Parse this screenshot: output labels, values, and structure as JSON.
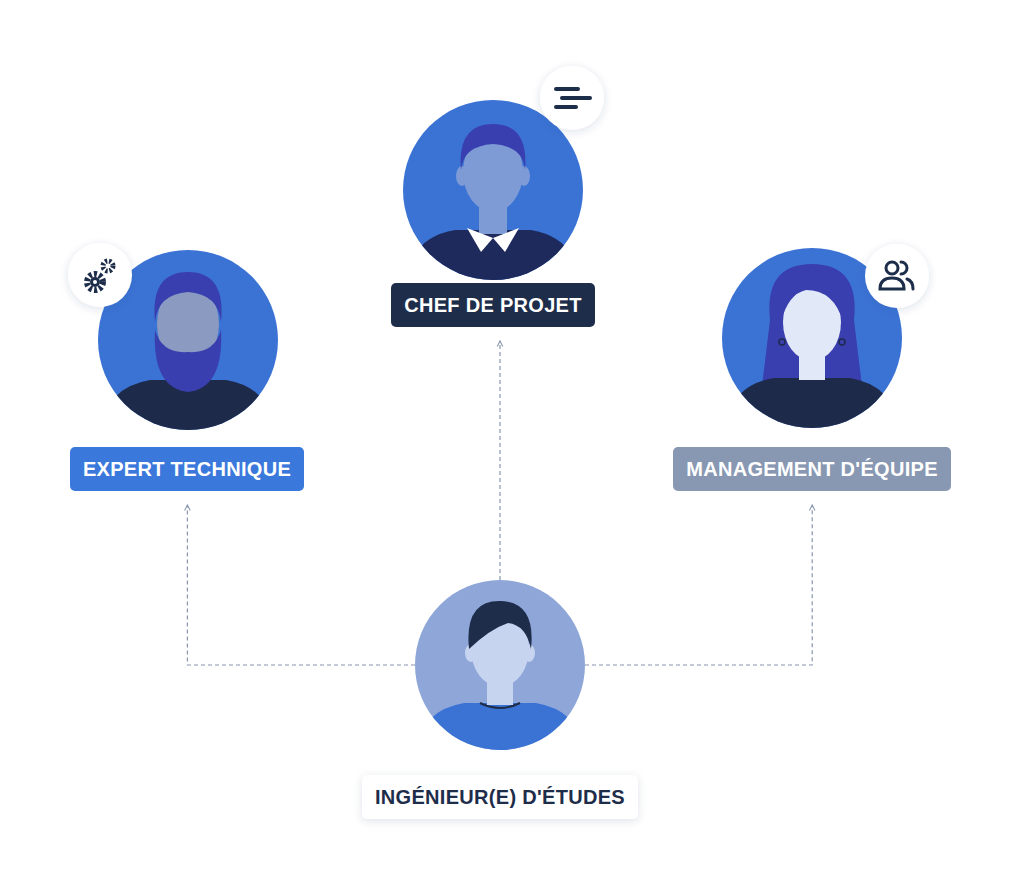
{
  "diagram": {
    "nodes": [
      {
        "text": [
          "CHEF DE PROJET"
        ]
      },
      {
        "text": [
          "EXPERT TECHNIQUE"
        ]
      },
      {
        "text": [
          "MANAGEMENT D'ÉQUIPE"
        ]
      },
      {
        "text": [
          "INGÉNIEUR(E) D'ÉTUDES"
        ]
      }
    ],
    "edges": [
      {
        "from": 3,
        "to": 0,
        "arrow": "to"
      },
      {
        "from": 3,
        "to": 1,
        "arrow": "to"
      },
      {
        "from": 3,
        "to": 2,
        "arrow": "to"
      }
    ]
  }
}
